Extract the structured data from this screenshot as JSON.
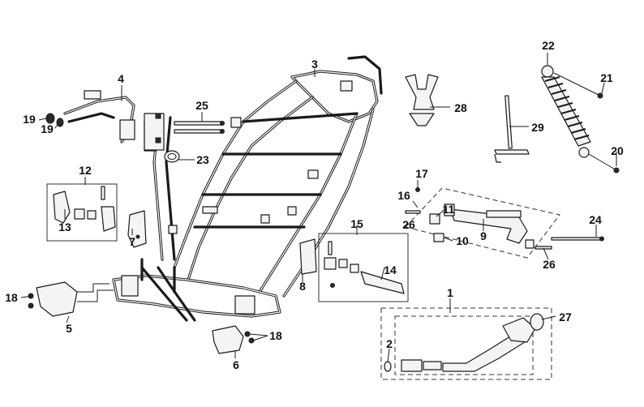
{
  "labels": {
    "l1": "1",
    "l2": "2",
    "l3": "3",
    "l4": "4",
    "l5": "5",
    "l6": "6",
    "l7": "7",
    "l8": "8",
    "l9": "9",
    "l10": "10",
    "l11": "11",
    "l12": "12",
    "l13": "13",
    "l14": "14",
    "l15": "15",
    "l16": "16",
    "l17": "17",
    "l18a": "18",
    "l18b": "18",
    "l19a": "19",
    "l19b": "19",
    "l20": "20",
    "l21": "21",
    "l22": "22",
    "l23": "23",
    "l24": "24",
    "l25": "25",
    "l26a": "26",
    "l26b": "26",
    "l27": "27",
    "l28": "28",
    "l29": "29"
  }
}
